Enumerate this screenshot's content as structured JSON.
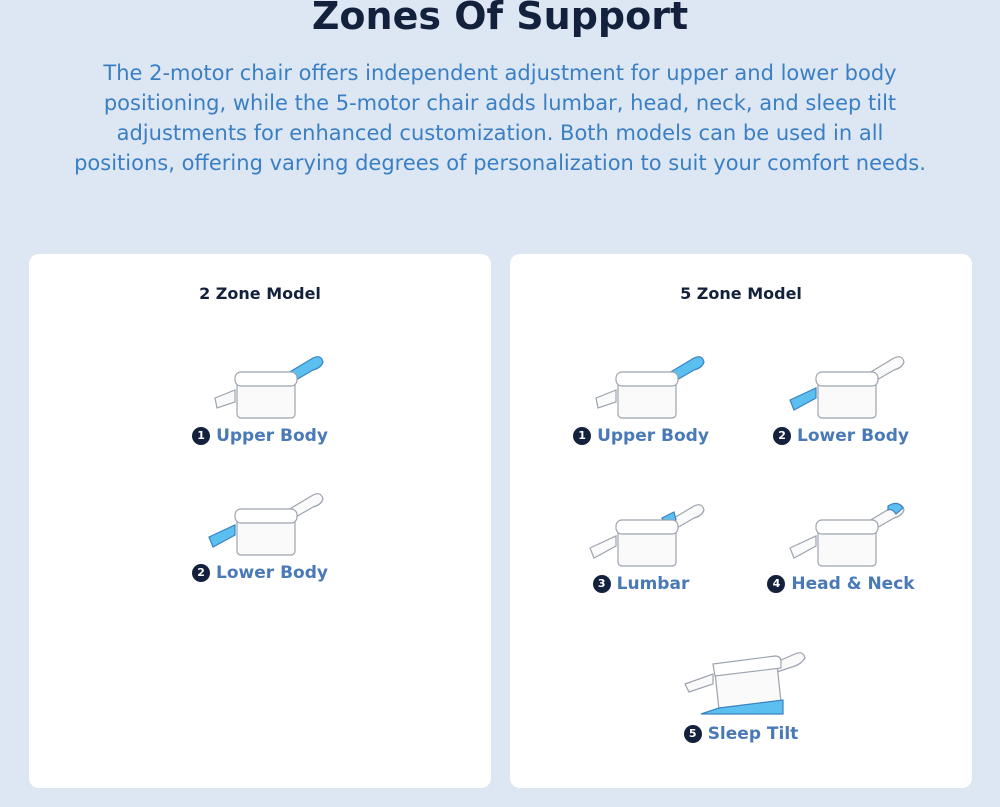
{
  "header": {
    "title": "Zones Of Support",
    "intro": "The 2-motor chair offers independent adjustment for upper and lower body positioning, while the 5-motor chair adds lumbar, head, neck, and sleep tilt adjustments for enhanced customization. Both models can be used in all positions, offering varying degrees of personalization to suit your comfort needs."
  },
  "models": [
    {
      "title": "2 Zone Model",
      "zones": [
        {
          "number": "1",
          "label": "Upper Body",
          "highlight": "upper-body"
        },
        {
          "number": "2",
          "label": "Lower Body",
          "highlight": "lower-body"
        }
      ]
    },
    {
      "title": "5 Zone Model",
      "zones": [
        {
          "number": "1",
          "label": "Upper Body",
          "highlight": "upper-body"
        },
        {
          "number": "2",
          "label": "Lower Body",
          "highlight": "lower-body"
        },
        {
          "number": "3",
          "label": "Lumbar",
          "highlight": "lumbar"
        },
        {
          "number": "4",
          "label": "Head & Neck",
          "highlight": "head-neck"
        },
        {
          "number": "5",
          "label": "Sleep Tilt",
          "highlight": "sleep-tilt"
        }
      ]
    }
  ],
  "colors": {
    "background": "#dde7f3",
    "title": "#14213d",
    "intro_text": "#3a7fc4",
    "zone_label": "#4a79b8",
    "highlight": "#5bc0f0"
  }
}
